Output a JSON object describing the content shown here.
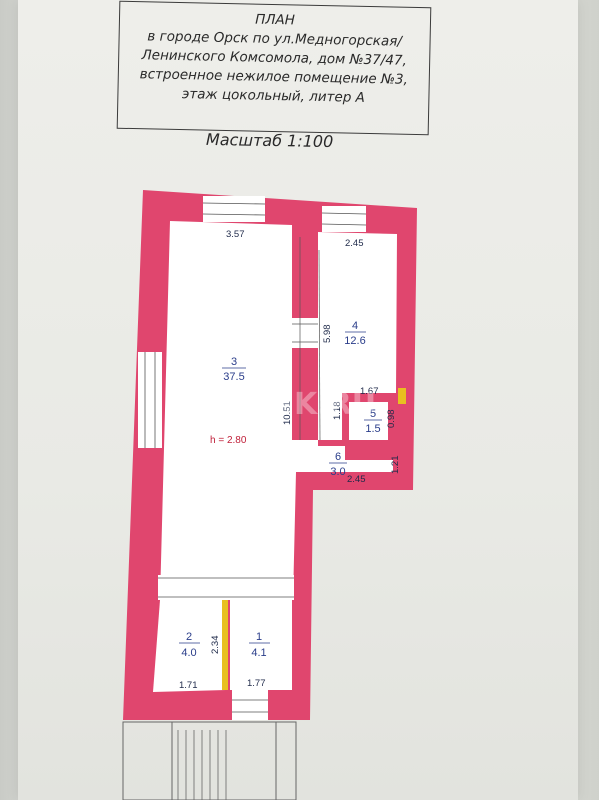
{
  "title": {
    "line1": "ПЛАН",
    "line2": "в городе Орск по ул.Медногорская/",
    "line3": "Ленинского Комсомола, дом №37/47,",
    "line4": "встроенное нежилое помещение №3,",
    "line5": "этаж цокольный, литер А"
  },
  "scale": "Масштаб 1:100",
  "height_label": "h = 2.80",
  "watermark": "ORSK.RU",
  "rooms": {
    "r1": {
      "num": "1",
      "area": "4.1"
    },
    "r2": {
      "num": "2",
      "area": "4.0"
    },
    "r3": {
      "num": "3",
      "area": "37.5"
    },
    "r4": {
      "num": "4",
      "area": "12.6"
    },
    "r5": {
      "num": "5",
      "area": "1.5"
    },
    "r6": {
      "num": "6",
      "area": "3.0"
    }
  },
  "dimensions": {
    "d357": "3.57",
    "d245_top": "2.45",
    "d598": "5.98",
    "d1051": "10.51",
    "d167": "1.67",
    "d118": "1.18",
    "d098": "0.98",
    "d121": "1.21",
    "d245_bottom": "2.45",
    "d234": "2.34",
    "d171": "1.71",
    "d177": "1.77"
  },
  "colors": {
    "wall": "#e0466e",
    "floor": "#ffffff",
    "dim_text": "#1f2a4a",
    "room_text": "#2a3d8a",
    "height_text": "#c0203a",
    "door_accent": "#e8c020"
  }
}
